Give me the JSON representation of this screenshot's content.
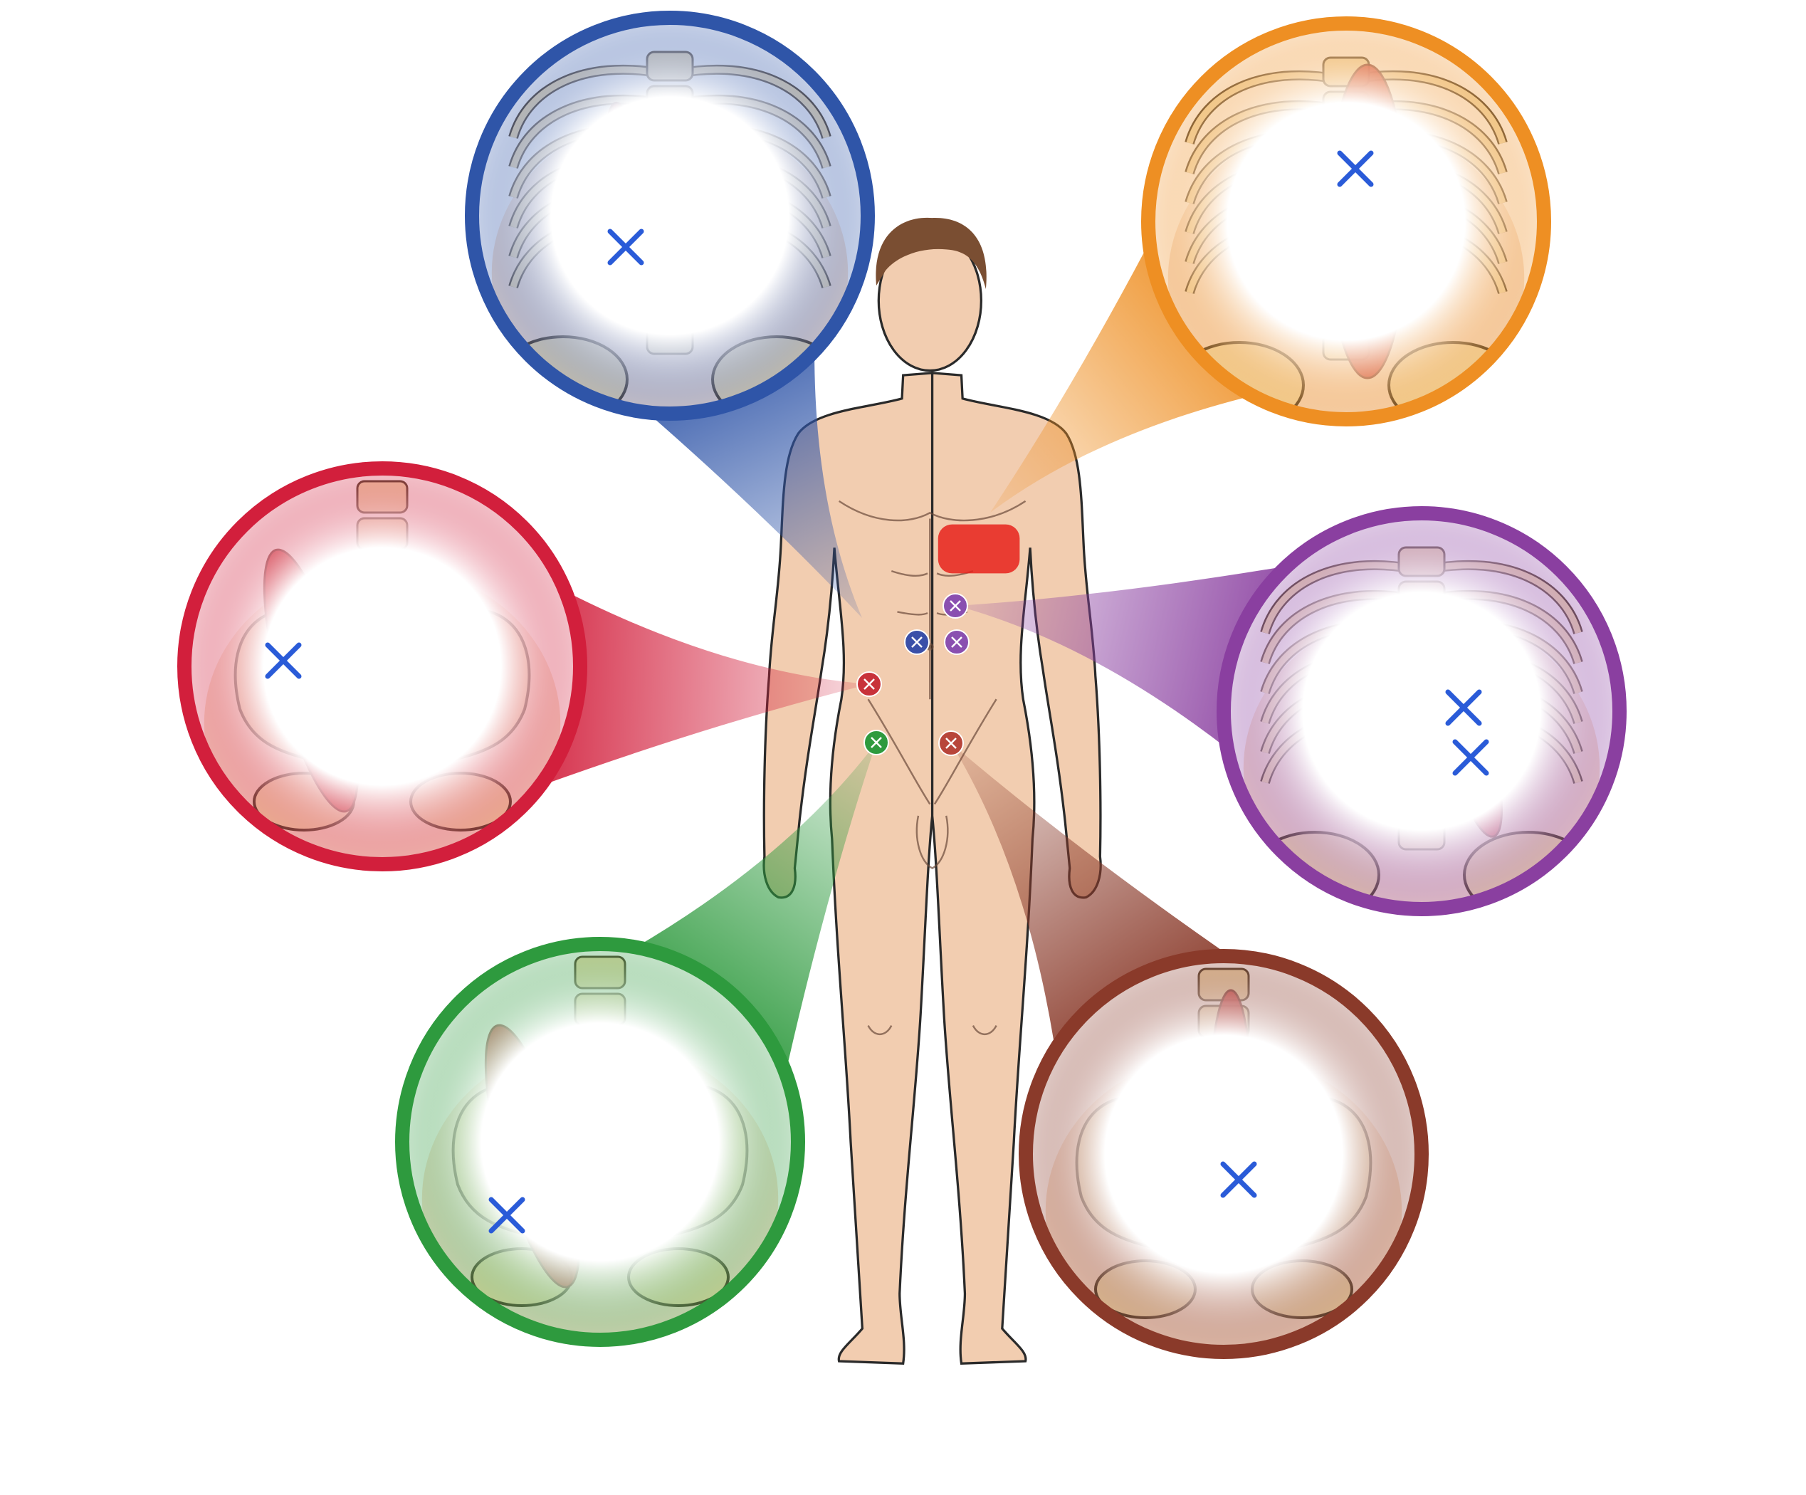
{
  "figure": {
    "subject": "anatomical-body-front",
    "skin_color": "#f2cdb0",
    "outline_color": "#2a2a2a",
    "hair_color": "#7a4e32",
    "pain_zone_color": "#e8221c"
  },
  "callouts": [
    {
      "id": "blue",
      "color": "#2f55a8",
      "icon": "spine-ribs-muscle-icon",
      "marker_color": "#3a4fa8"
    },
    {
      "id": "orange",
      "color": "#ee8f23",
      "icon": "spine-ribs-muscle-icon",
      "marker_color": "#e8221c"
    },
    {
      "id": "red",
      "color": "#d21f3c",
      "icon": "pelvis-muscle-icon",
      "marker_color": "#c8323a"
    },
    {
      "id": "purple",
      "color": "#8a3fa0",
      "icon": "spine-ribs-muscle-icon",
      "marker_color": "#8a4fb0"
    },
    {
      "id": "green",
      "color": "#2e9a3e",
      "icon": "pelvis-muscle-icon",
      "marker_color": "#2e9a3e"
    },
    {
      "id": "brown",
      "color": "#8a3a2a",
      "icon": "pelvis-muscle-icon",
      "marker_color": "#b8453a"
    }
  ],
  "trigger_point_color": "#2a5bd8"
}
